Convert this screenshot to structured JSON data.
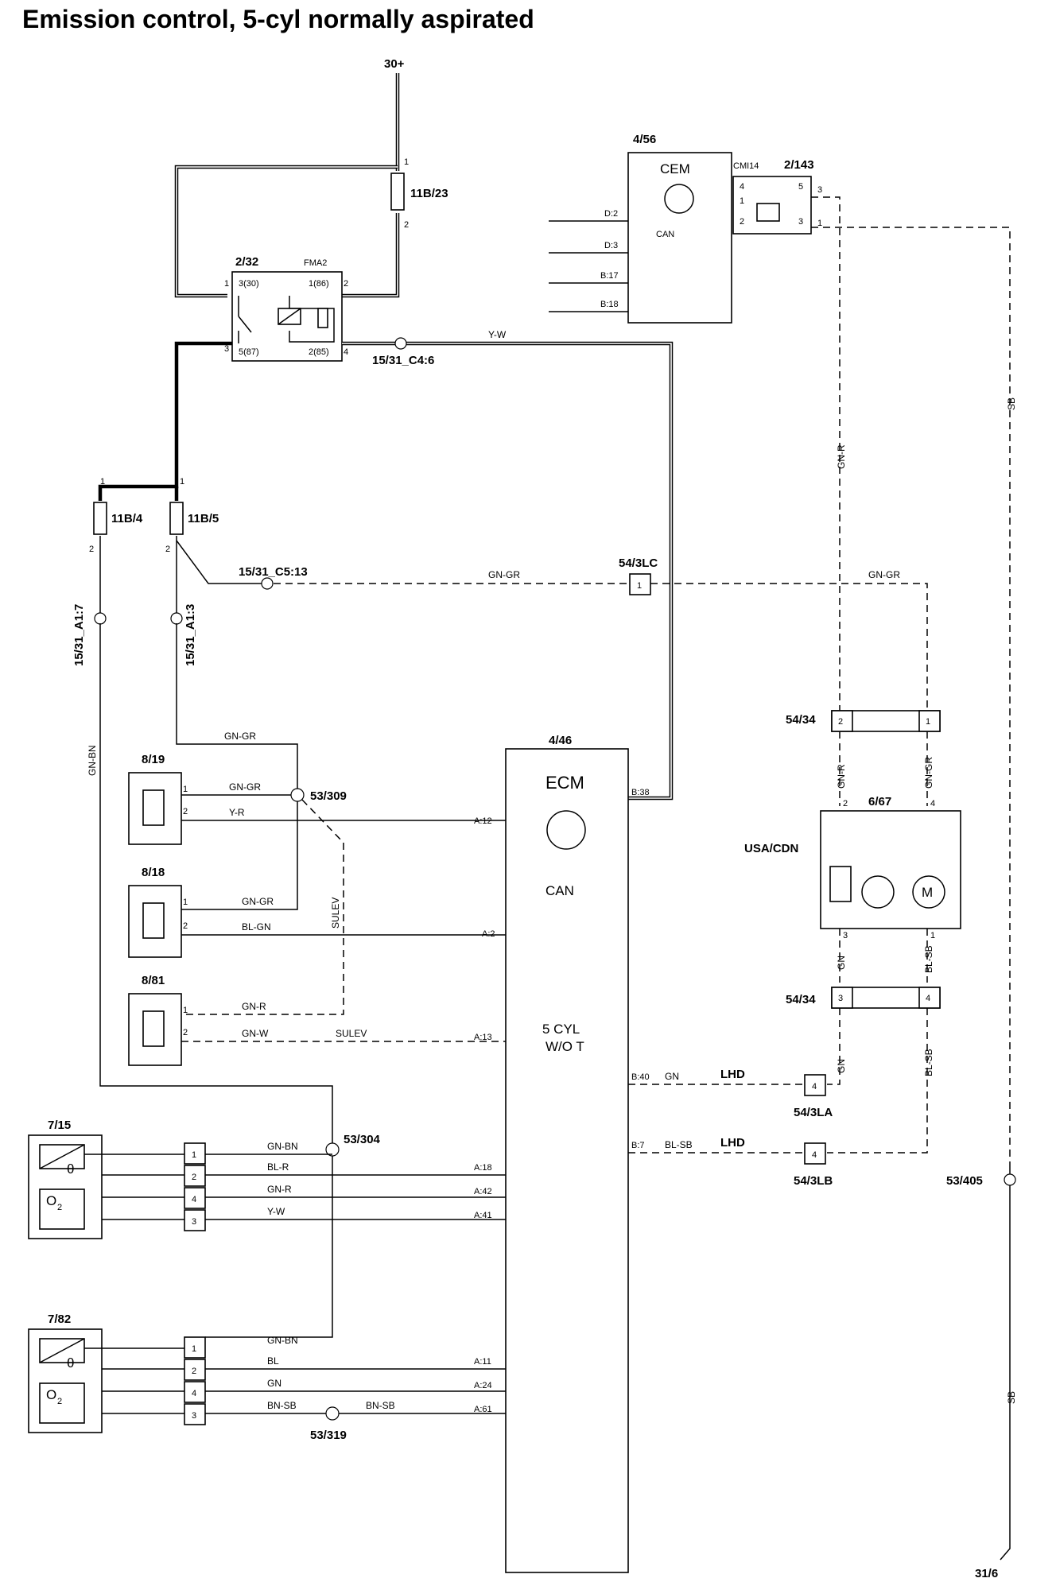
{
  "title": "Emission control, 5-cyl normally aspirated",
  "components": {
    "cem": {
      "id": "4/56",
      "name": "CEM",
      "pins": [
        "D:2",
        "D:3",
        "B:17",
        "B:18"
      ],
      "can": "CAN"
    },
    "cmi": {
      "id": "2/143",
      "name": "CMI14",
      "pins": [
        "4",
        "5",
        "3",
        "1",
        "2",
        "3",
        "1"
      ]
    },
    "relay": {
      "id": "2/32",
      "name": "FMA2",
      "pins": [
        "1",
        "3(30)",
        "1(86)",
        "2",
        "3",
        "5(87)",
        "2(85)",
        "4"
      ]
    },
    "fuse_main": {
      "id": "11B/23",
      "pin_top": "1",
      "pin_bot": "2"
    },
    "fuse_a": {
      "id": "11B/4",
      "pin_top": "1",
      "pin_bot": "2"
    },
    "fuse_b": {
      "id": "11B/5",
      "pin_top": "1",
      "pin_bot": "2"
    },
    "ecm": {
      "id": "4/46",
      "name": "ECM",
      "can": "CAN",
      "variant_1": "5 CYL",
      "variant_2": "W/O T"
    },
    "s819": {
      "id": "8/19",
      "p1": "1",
      "p2": "2"
    },
    "s818": {
      "id": "8/18",
      "p1": "1",
      "p2": "2"
    },
    "s881": {
      "id": "8/81",
      "p1": "1",
      "p2": "2"
    },
    "s715": {
      "id": "7/15",
      "pins": [
        "1",
        "2",
        "4",
        "3"
      ]
    },
    "s782": {
      "id": "7/82",
      "pins": [
        "1",
        "2",
        "4",
        "3"
      ]
    },
    "evap": {
      "id": "6/67",
      "market": "USA/CDN",
      "p2": "2",
      "p4": "4",
      "p3": "3",
      "p1": "1",
      "m": "M"
    },
    "c5434a": {
      "id": "54/34",
      "l": "2",
      "r": "1"
    },
    "c5434b": {
      "id": "54/34",
      "l": "3",
      "r": "4"
    },
    "c543lc": {
      "id": "54/3LC",
      "pin": "1"
    },
    "c543la": {
      "id": "54/3LA",
      "pin": "4"
    },
    "c543lb": {
      "id": "54/3LB",
      "pin": "4"
    }
  },
  "labels": {
    "supply": "30+",
    "ground": "31/6",
    "c4_6": "15/31_C4:6",
    "c5_13": "15/31_C5:13",
    "a1_7": "15/31_A1:7",
    "a1_3": "15/31_A1:3",
    "sp309": "53/309",
    "sp304": "53/304",
    "sp319": "53/319",
    "sp405": "53/405",
    "lhd1": "LHD",
    "lhd2": "LHD",
    "sulev1": "SULEV",
    "sulev2": "SULEV",
    "o2": "O",
    "o2sub": "2",
    "theta": "θ"
  },
  "ecm_pins": {
    "b38": "B:38",
    "a12": "A:12",
    "a2": "A:2",
    "a13": "A:13",
    "b40": "B:40",
    "b7": "B:7",
    "a18": "A:18",
    "a42": "A:42",
    "a41": "A:41",
    "a11": "A:11",
    "a24": "A:24",
    "a61": "A:61"
  },
  "wires": {
    "yw": "Y-W",
    "gngr1": "GN-GR",
    "gngr2": "GN-GR",
    "gnr1": "GN-R",
    "sb1": "SB",
    "sb2": "SB",
    "gnbn1": "GN-BN",
    "gngr3": "GN-GR",
    "gngr4": "GN-GR",
    "yr": "Y-R",
    "gngr5": "GN-GR",
    "blgn": "BL-GN",
    "gnr2": "GN-R",
    "gnw": "GN-W",
    "gngr6": "GN-GR",
    "gnr3": "GN-R",
    "gn1": "GN",
    "blsb1": "BL-SB",
    "gn2": "GN",
    "blsb2": "BL-SB",
    "gn3": "GN",
    "blsb3": "BL-SB",
    "gnbn2": "GN-BN",
    "blr": "BL-R",
    "gnr4": "GN-R",
    "yw2": "Y-W",
    "gnbn3": "GN-BN",
    "bl": "BL",
    "gn4": "GN",
    "bnsb1": "BN-SB",
    "bnsb2": "BN-SB"
  }
}
